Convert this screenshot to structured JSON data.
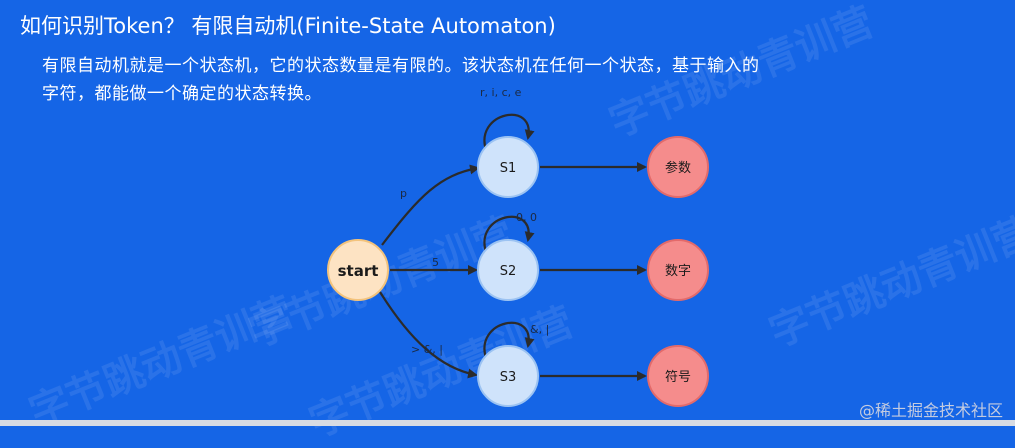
{
  "title": "如何识别Token？ 有限自动机(Finite-State Automaton)",
  "description": [
    "有限自动机就是一个状态机，它的状态数量是有限的。该状态机在任何一个状态，基于输入的",
    "字符，都能做一个确定的状态转换。"
  ],
  "nodes": {
    "start": "start",
    "s1": "S1",
    "s2": "S2",
    "s3": "S3",
    "param": "参数",
    "number": "数字",
    "symbol": "符号"
  },
  "edges": {
    "start_s1": "p",
    "start_s2": "5",
    "start_s3": "> &, |",
    "s1_loop": "r, i, c, e",
    "s2_loop": "0, 0",
    "s3_loop": "&, |"
  },
  "watermark": "字节跳动青训营",
  "credit": "@稀土掘金技术社区",
  "colors": {
    "background": "#1565e6",
    "start_fill": "#fde3c3",
    "state_fill": "#cfe3fb",
    "output_fill": "#f58c8c"
  }
}
